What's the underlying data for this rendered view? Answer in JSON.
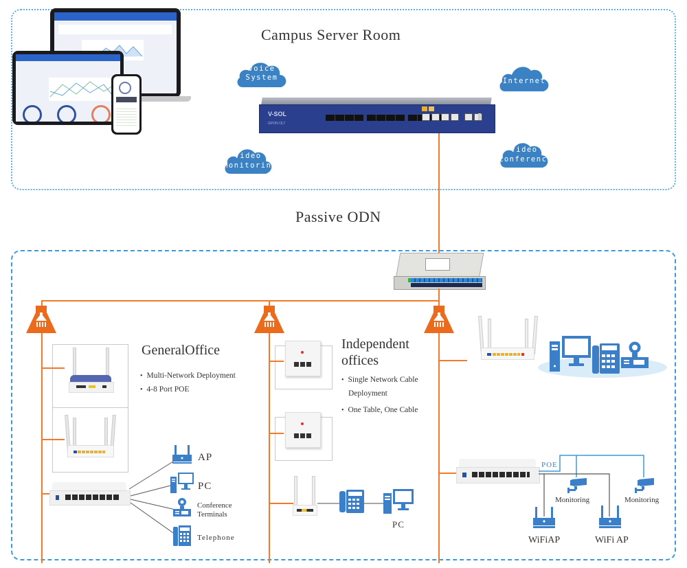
{
  "diagram": {
    "top_zone_title": "Campus Server Room",
    "middle_title": "Passive ODN",
    "clouds": {
      "voice": [
        "Voice",
        "System"
      ],
      "internet": [
        "Internet"
      ],
      "video_monitoring": [
        "Video",
        "Monitoring"
      ],
      "video_conference": [
        "Video",
        "Conference"
      ]
    },
    "olt": {
      "brand": "V-SOL",
      "model": "GPON OLT"
    },
    "general_office": {
      "heading": "GeneralOffice",
      "bullets": [
        "Multi-Network Deployment",
        "4-8 Port POE"
      ],
      "endpoints": [
        "AP",
        "PC",
        "Conference Terminals",
        "Telephone"
      ]
    },
    "independent_offices": {
      "heading_line1": "Independent",
      "heading_line2": "offices",
      "bullets": [
        "Single Network Cable Deployment",
        "One Table, One Cable"
      ],
      "bullet1_line1": "Single Network Cable",
      "bullet1_line2": "Deployment",
      "pc_label": "PC"
    },
    "right_branch": {
      "poe_label": "POE",
      "monitoring_label_1": "Monitoring",
      "monitoring_label_2": "Monitoring",
      "wifi_ap_label_1": "WiFiAP",
      "wifi_ap_label_2": "WiFi AP"
    },
    "colors": {
      "fiber": "#f07a28",
      "cloud": "#3a82c4",
      "icon_blue": "#3a7fc8",
      "zone_border": "#3a9ad8",
      "olt_body": "#2b3f8f"
    }
  }
}
